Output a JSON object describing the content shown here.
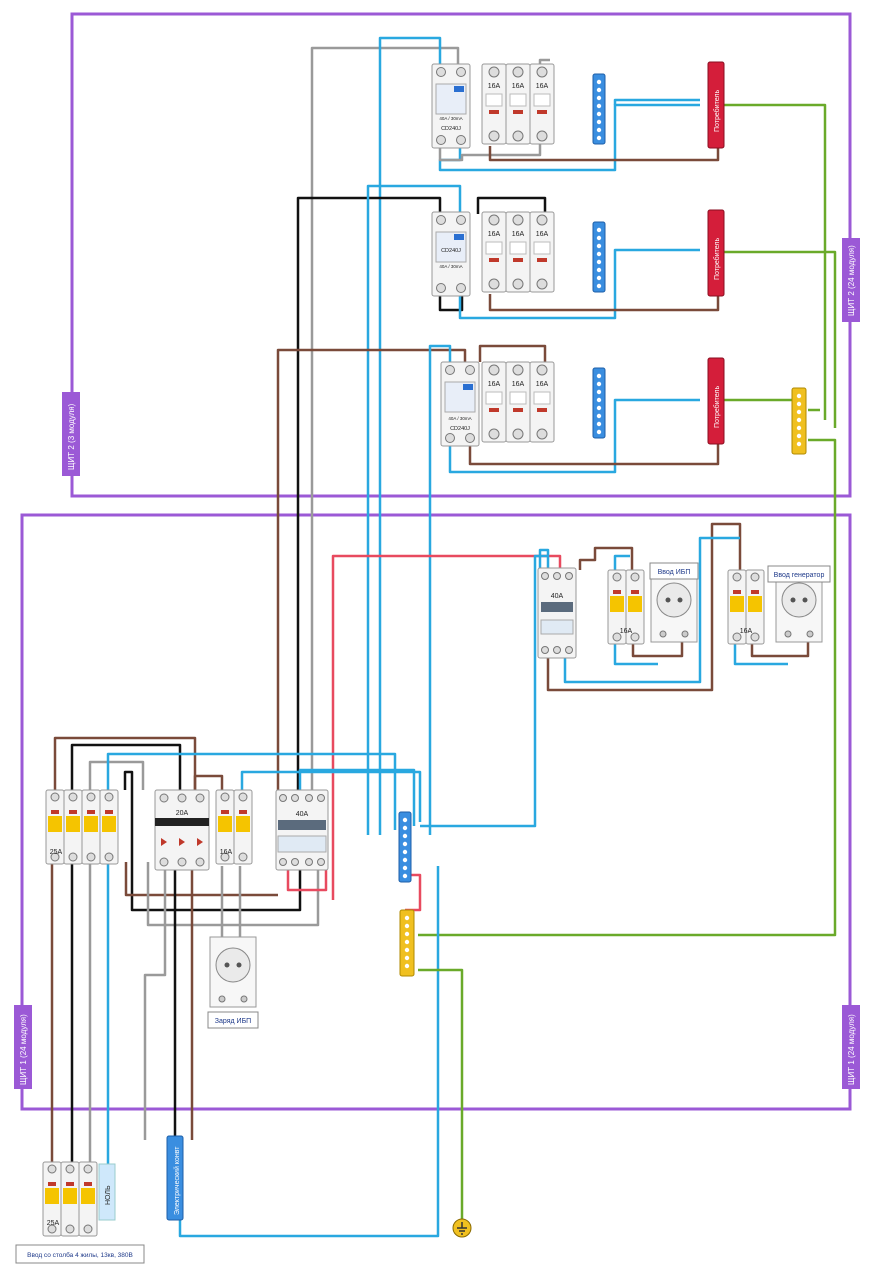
{
  "panels": {
    "top_label_left": "ЩИТ 2 (3 модуля)",
    "top_label_right": "ЩИТ 2 (24 модуля)",
    "bottom_label_left": "ЩИТ 1 (24 модуля)",
    "bottom_label_right": "ЩИТ 1 (24 модуля)"
  },
  "rcd": {
    "row1_rating": "40A / 30mA",
    "row1_model": "CD240J",
    "row2_rating": "40A / 30mA",
    "row2_model": "CD240J",
    "row3_rating": "40A / 30mA",
    "row3_model": "CD240J"
  },
  "breakers": {
    "b16": "16A",
    "b25": "25A",
    "b20": "20A",
    "b40": "40A"
  },
  "loads": {
    "consumer": "Потребитель"
  },
  "labels": {
    "ups_input": "Ввод ИБП",
    "generator_input": "Ввод генератор",
    "ups_charge": "Заряд ИБП",
    "neutral": "НОЛЬ",
    "meter": "Электрический конвт",
    "service_entry": "Ввод со столба 4 жилы, 13кв, 380В"
  },
  "colors": {
    "purple": "#9b59d6",
    "brown": "#7a4a3a",
    "blue": "#29a8e0",
    "black": "#111111",
    "gray": "#9a9a9a",
    "green": "#6aaa2a",
    "red": "#e84a5f",
    "consumer_red": "#d41e3a",
    "busbar_blue": "#3a8ee0",
    "busbar_yellow": "#f0c020"
  },
  "icons": {
    "ground": "ground-icon",
    "socket": "socket-icon"
  }
}
